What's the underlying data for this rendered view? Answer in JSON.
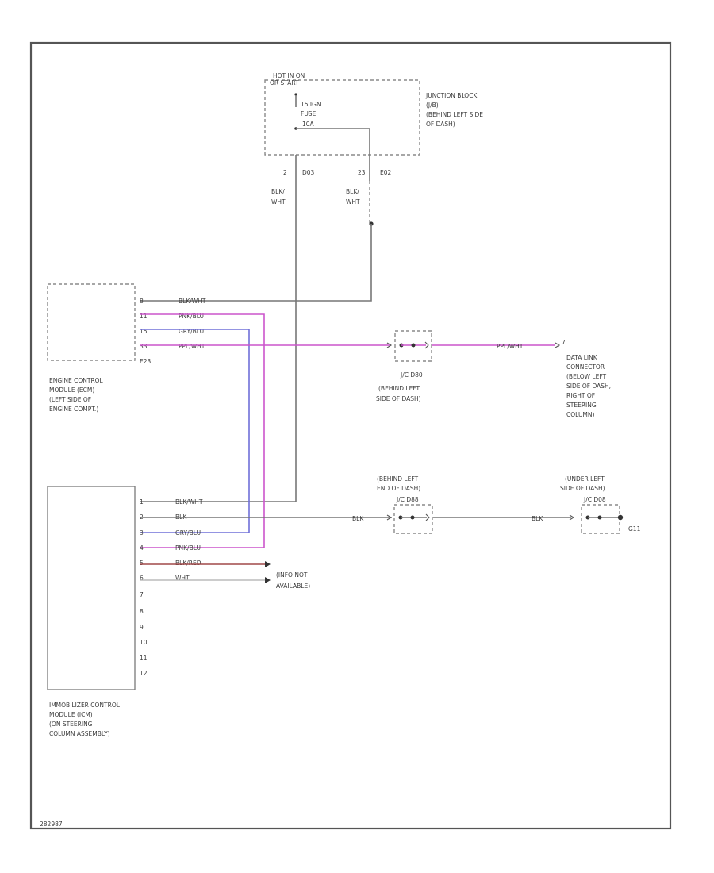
{
  "junction_block": {
    "power_label_1": "HOT IN ON",
    "power_label_2": "OR START",
    "fuse_label_1": "15 IGN",
    "fuse_label_2": "FUSE",
    "fuse_rating": "10A",
    "desc_1": "JUNCTION BLOCK",
    "desc_2": "(J/B)",
    "desc_3": "(BEHIND LEFT SIDE",
    "desc_4": "OF DASH)",
    "pin_left": "2",
    "conn_left": "D03",
    "pin_right": "23",
    "conn_right": "E02",
    "wire_left_1": "BLK/",
    "wire_left_2": "WHT",
    "wire_right_1": "BLK/",
    "wire_right_2": "WHT"
  },
  "ecm": {
    "pins": [
      "8",
      "11",
      "15",
      "33"
    ],
    "wires": [
      "BLK/WHT",
      "PNK/BLU",
      "GRY/BLU",
      "PPL/WHT"
    ],
    "connector": "E23",
    "label": [
      "ENGINE CONTROL",
      "MODULE (ECM)",
      "(LEFT SIDE OF",
      "ENGINE COMPT.)"
    ]
  },
  "joint_connector": {
    "name": "J/C D80",
    "location": [
      "(BEHIND LEFT",
      "SIDE OF DASH)"
    ],
    "out_wire": "PPL/WHT",
    "dlc_pin": "7"
  },
  "dlc": {
    "label": [
      "DATA LINK",
      "CONNECTOR",
      "(BELOW LEFT",
      "SIDE OF DASH,",
      "RIGHT OF",
      "STEERING",
      "COLUMN)"
    ]
  },
  "splice_left": {
    "location": [
      "(BEHIND LEFT",
      "END OF DASH)"
    ],
    "splice_name": "J/C D88",
    "wire": "BLK"
  },
  "splice_right": {
    "location": [
      "(UNDER LEFT",
      "SIDE OF DASH)"
    ],
    "splice_name": "J/C D08",
    "wire": "BLK",
    "ground": "G11"
  },
  "immobilizer": {
    "pins": [
      "1",
      "2",
      "3",
      "4",
      "5",
      "6",
      "7",
      "8",
      "9",
      "10",
      "11",
      "12"
    ],
    "wires": [
      "BLK/WHT",
      "BLK",
      "GRY/BLU",
      "PNK/BLU",
      "BLK/RED",
      "WHT"
    ],
    "info_1": "(INFO NOT",
    "info_2": "AVAILABLE)",
    "label": [
      "IMMOBILIZER CONTROL",
      "MODULE (ICM)",
      "(ON STEERING",
      "COLUMN ASSEMBLY)"
    ]
  },
  "footer_code": "282987"
}
